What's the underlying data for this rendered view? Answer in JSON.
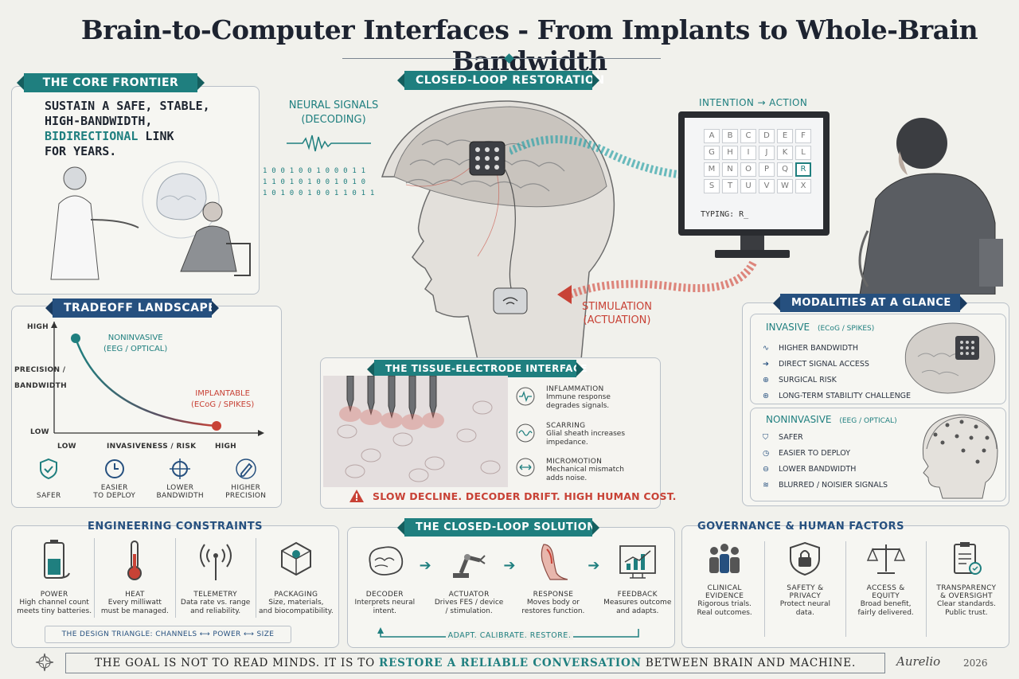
{
  "title": "Brain-to-Computer Interfaces - From Implants to Whole-Brain Bandwidth",
  "colors": {
    "teal": "#1f7f7f",
    "navy": "#26507f",
    "red": "#c84236",
    "ink": "#2b3340"
  },
  "core_frontier": {
    "ribbon": "THE CORE FRONTIER",
    "line1": "SUSTAIN A SAFE, STABLE,",
    "line2": "HIGH-BANDWIDTH,",
    "line3_accent": "BIDIRECTIONAL",
    "line3_rest": " LINK",
    "line4": "FOR YEARS."
  },
  "tradeoff": {
    "ribbon": "TRADEOFF LANDSCAPE",
    "y_high": "HIGH",
    "y_low": "LOW",
    "y_label_1": "PRECISION /",
    "y_label_2": "BANDWIDTH",
    "x_low": "LOW",
    "x_label": "INVASIVENESS / RISK",
    "x_high": "HIGH",
    "noninvasive_1": "NONINVASIVE",
    "noninvasive_2": "(EEG / OPTICAL)",
    "implantable_1": "IMPLANTABLE",
    "implantable_2": "(ECoG / SPIKES)",
    "icons": [
      {
        "icon": "shield-check-icon",
        "l1": "SAFER",
        "l2": ""
      },
      {
        "icon": "clock-icon",
        "l1": "EASIER",
        "l2": "TO DEPLOY"
      },
      {
        "icon": "crosshair-icon",
        "l1": "LOWER",
        "l2": "BANDWIDTH"
      },
      {
        "icon": "pen-icon",
        "l1": "HIGHER",
        "l2": "PRECISION"
      }
    ]
  },
  "closed_loop": {
    "ribbon": "CLOSED-LOOP RESTORATION",
    "neural_1": "NEURAL SIGNALS",
    "neural_2": "(DECODING)",
    "binary": [
      "1 0 0 1 0 0 1 0 0 0 1 1",
      "1 1 0 1 0 1 0 0 1 0 1 0",
      "1 0 1 0 0 1 0 0 1 1 0 1 1"
    ],
    "intention": "INTENTION → ACTION",
    "stim_1": "STIMULATION",
    "stim_2": "(ACTUATION)",
    "keyboard": [
      "A",
      "B",
      "C",
      "D",
      "E",
      "F",
      "G",
      "H",
      "I",
      "J",
      "K",
      "L",
      "M",
      "N",
      "O",
      "P",
      "Q",
      "R",
      "S",
      "T",
      "U",
      "V",
      "W",
      "X"
    ],
    "typing": "TYPING: R_"
  },
  "tissue": {
    "ribbon": "THE TISSUE-ELECTRODE INTERFACE",
    "items": [
      {
        "icon": "waveform-icon",
        "title": "INFLAMMATION",
        "d1": "Immune response",
        "d2": "degrades signals."
      },
      {
        "icon": "wave-icon",
        "title": "SCARRING",
        "d1": "Glial sheath increases",
        "d2": "impedance."
      },
      {
        "icon": "arrows-icon",
        "title": "MICROMOTION",
        "d1": "Mechanical mismatch",
        "d2": "adds noise."
      }
    ],
    "warning": "SLOW DECLINE. DECODER DRIFT. HIGH HUMAN COST."
  },
  "modalities": {
    "ribbon": "MODALITIES AT A GLANCE",
    "invasive_head": "INVASIVE",
    "invasive_sub": "(ECoG / SPIKES)",
    "invasive_items": [
      {
        "icon": "pulse-icon",
        "text": "HIGHER BANDWIDTH"
      },
      {
        "icon": "arrow-right-icon",
        "text": "DIRECT SIGNAL ACCESS"
      },
      {
        "icon": "alert-icon",
        "text": "SURGICAL RISK"
      },
      {
        "icon": "target-icon",
        "text": "LONG-TERM STABILITY CHALLENGE"
      }
    ],
    "noninvasive_head": "NONINVASIVE",
    "noninvasive_sub": "(EEG / OPTICAL)",
    "noninvasive_items": [
      {
        "icon": "shield-icon",
        "text": "SAFER"
      },
      {
        "icon": "clock-icon",
        "text": "EASIER TO DEPLOY"
      },
      {
        "icon": "down-icon",
        "text": "LOWER BANDWIDTH"
      },
      {
        "icon": "noise-icon",
        "text": "BLURRED / NOISIER SIGNALS"
      }
    ]
  },
  "engineering": {
    "header": "ENGINEERING CONSTRAINTS",
    "items": [
      {
        "icon": "battery-icon",
        "title": "POWER",
        "d1": "High channel count",
        "d2": "meets tiny batteries."
      },
      {
        "icon": "thermometer-icon",
        "title": "HEAT",
        "d1": "Every milliwatt",
        "d2": "must be managed."
      },
      {
        "icon": "antenna-icon",
        "title": "TELEMETRY",
        "d1": "Data rate vs. range",
        "d2": "and reliability."
      },
      {
        "icon": "package-icon",
        "title": "PACKAGING",
        "d1": "Size, materials,",
        "d2": "and biocompatibility."
      }
    ],
    "triangle": "THE DESIGN TRIANGLE: CHANNELS ⟷ POWER ⟷ SIZE"
  },
  "solution": {
    "ribbon": "THE CLOSED-LOOP SOLUTION",
    "steps": [
      {
        "icon": "brain-icon",
        "title": "DECODER",
        "d1": "Interprets neural",
        "d2": "intent."
      },
      {
        "icon": "robot-arm-icon",
        "title": "ACTUATOR",
        "d1": "Drives FES / device",
        "d2": "/ stimulation."
      },
      {
        "icon": "leg-icon",
        "title": "RESPONSE",
        "d1": "Moves body or",
        "d2": "restores function."
      },
      {
        "icon": "chart-icon",
        "title": "FEEDBACK",
        "d1": "Measures outcome",
        "d2": "and adapts."
      }
    ],
    "loop": "ADAPT. CALIBRATE. RESTORE."
  },
  "governance": {
    "header": "GOVERNANCE & HUMAN FACTORS",
    "items": [
      {
        "icon": "people-icon",
        "t1": "CLINICAL",
        "t2": "EVIDENCE",
        "d1": "Rigorous trials.",
        "d2": "Real outcomes."
      },
      {
        "icon": "lock-shield-icon",
        "t1": "SAFETY &",
        "t2": "PRIVACY",
        "d1": "Protect neural",
        "d2": "data."
      },
      {
        "icon": "scales-icon",
        "t1": "ACCESS &",
        "t2": "EQUITY",
        "d1": "Broad benefit,",
        "d2": "fairly delivered."
      },
      {
        "icon": "clipboard-icon",
        "t1": "TRANSPARENCY",
        "t2": "& OVERSIGHT",
        "d1": "Clear standards.",
        "d2": "Public trust."
      }
    ]
  },
  "footer": {
    "pre": "THE GOAL IS NOT TO READ MINDS. IT IS TO ",
    "accent": "RESTORE A RELIABLE CONVERSATION",
    "post": " BETWEEN BRAIN AND MACHINE.",
    "signature": "Aurelio",
    "year": "2026"
  }
}
